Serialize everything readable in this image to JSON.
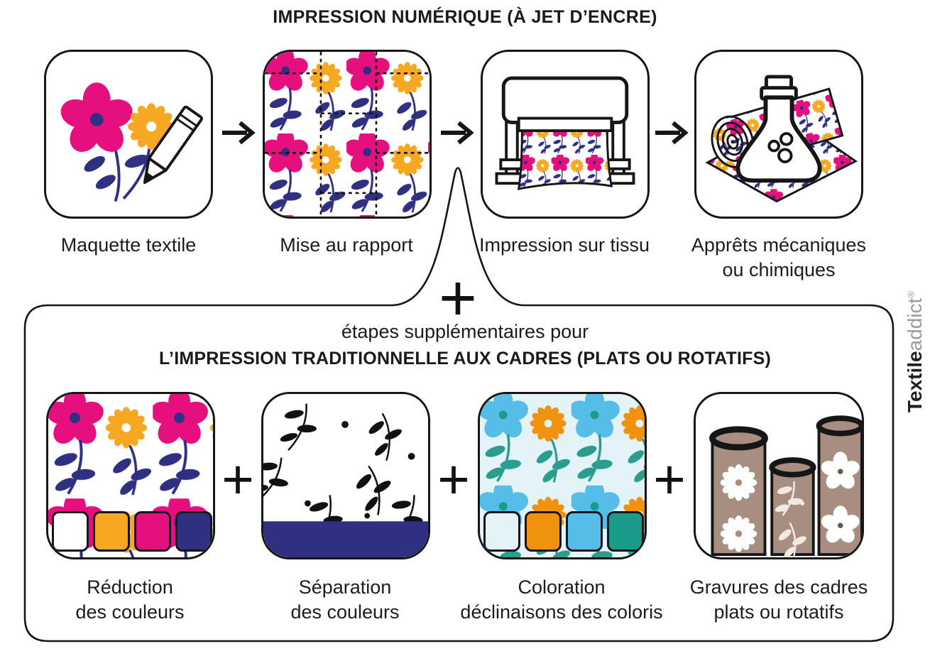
{
  "header": {
    "title": "IMPRESSION NUMÉRIQUE (À JET D’ENCRE)"
  },
  "connector": {
    "plus": "+"
  },
  "extra_section": {
    "intro": "étapes supplémentaires pour",
    "title": "L’IMPRESSION TRADITIONNELLE AUX CADRES (PLATS OU ROTATIFS)",
    "plus_separators": [
      "+",
      "+",
      "+"
    ]
  },
  "top_steps": [
    {
      "label_line1": "Maquette textile",
      "label_line2": "",
      "icon": "flower-sketch-icon"
    },
    {
      "label_line1": "Mise au rapport",
      "label_line2": "",
      "icon": "pattern-repeat-icon"
    },
    {
      "label_line1": "Impression sur tissu",
      "label_line2": "",
      "icon": "inkjet-printer-icon"
    },
    {
      "label_line1": "Apprêts mécaniques",
      "label_line2": "ou chimiques",
      "icon": "fabric-roll-flask-icon"
    }
  ],
  "bottom_steps": [
    {
      "label_line1": "Réduction",
      "label_line2": "des couleurs",
      "icon": "color-reduction-icon",
      "swatches": [
        "#FFFFFF",
        "#F7A823",
        "#E5107E",
        "#2F3082"
      ]
    },
    {
      "label_line1": "Séparation",
      "label_line2": "des couleurs",
      "icon": "color-separation-icon",
      "swatches": []
    },
    {
      "label_line1": "Coloration",
      "label_line2": "déclinaisons des coloris",
      "icon": "colorway-icon",
      "swatches": [
        "#E4F3F7",
        "#F0920E",
        "#56BDE8",
        "#1B9C8A"
      ]
    },
    {
      "label_line1": "Gravures des cadres",
      "label_line2": "plats ou rotatifs",
      "icon": "engraved-screens-icon"
    }
  ],
  "watermark": {
    "brand_bold": "Textile",
    "brand_light": "addict",
    "registered": "®"
  },
  "colors": {
    "magenta": "#E5107E",
    "golden_yellow": "#F7A823",
    "navy": "#2F3082",
    "orange": "#F0920E",
    "sky_blue": "#56BDE8",
    "teal": "#1B9C8A",
    "pale_blue": "#E4F3F7",
    "taupe": "#A88E80",
    "line_black": "#161616"
  }
}
